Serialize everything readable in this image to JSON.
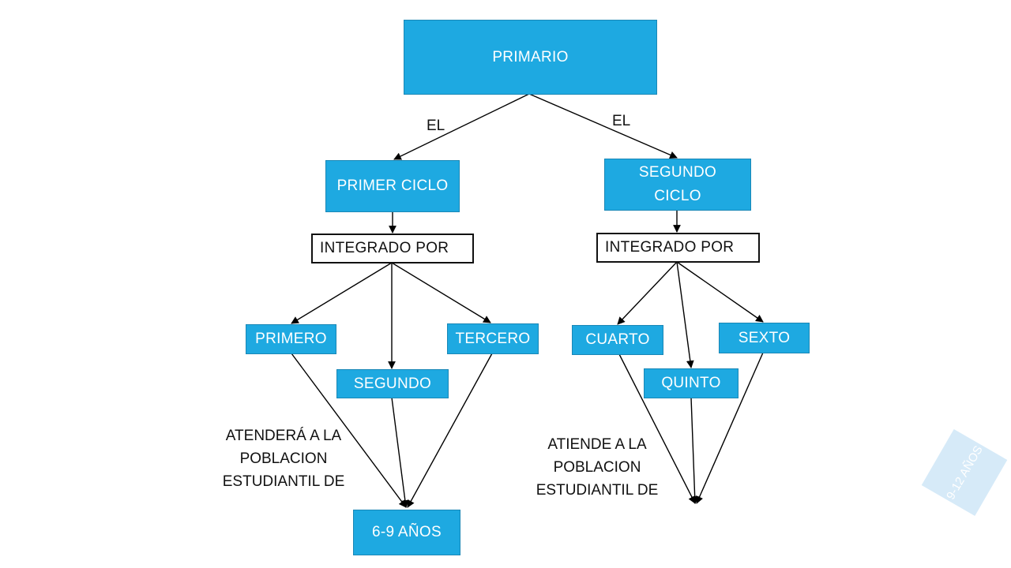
{
  "diagram": {
    "root": {
      "label": "PRIMARIO"
    },
    "edge_labels": {
      "left": "EL",
      "right": "EL"
    },
    "cycles": [
      {
        "label": "PRIMER CICLO",
        "connector": "INTEGRADO POR",
        "grades": [
          "PRIMERO",
          "SEGUNDO",
          "TERCERO"
        ],
        "description_lines": [
          "ATENDERÁ A LA",
          "POBLACION",
          "ESTUDIANTIL DE"
        ],
        "age_range": "6-9 AÑOS"
      },
      {
        "label_lines": [
          "SEGUNDO",
          "CICLO"
        ],
        "connector": "INTEGRADO POR",
        "grades": [
          "CUARTO",
          "QUINTO",
          "SEXTO"
        ],
        "description_lines": [
          "ATIENDE A LA",
          "POBLACION",
          "ESTUDIANTIL DE"
        ],
        "age_range": "9-12 AÑOS"
      }
    ],
    "colors": {
      "node_fill": "#1ea9e1",
      "node_text": "#ffffff",
      "connector_border": "#111111",
      "faded_node_fill": "#cfe7f7"
    }
  }
}
